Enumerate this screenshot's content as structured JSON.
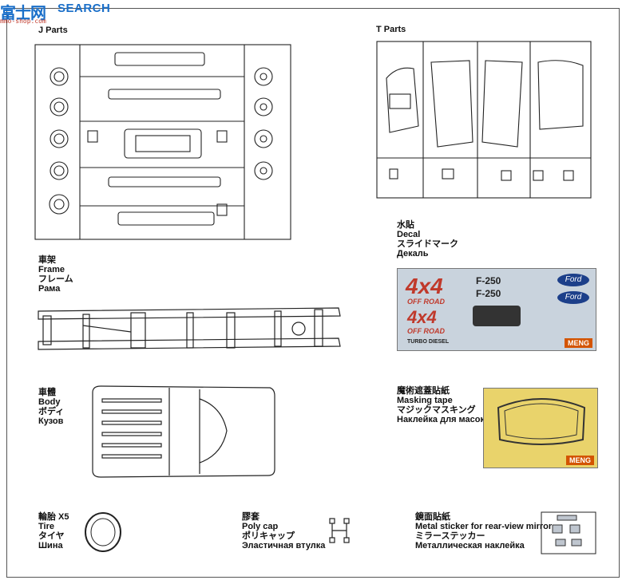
{
  "watermark": {
    "logo": "富士网",
    "logo_sub": "mmo-shop.com",
    "search": "SEARCH"
  },
  "sections": {
    "j_parts": {
      "title": "J Parts"
    },
    "t_parts": {
      "title": "T Parts"
    },
    "frame": {
      "cn": "車架",
      "en": "Frame",
      "jp": "フレーム",
      "ru": "Рама"
    },
    "body": {
      "cn": "車體",
      "en": "Body",
      "jp": "ボディ",
      "ru": "Кузов"
    },
    "decal": {
      "cn": "水貼",
      "en": "Decal",
      "jp": "スライドマーク",
      "ru": "Декаль"
    },
    "masking": {
      "cn": "魔術遮蓋貼紙",
      "en": "Masking tape",
      "jp": "マジックマスキング",
      "ru": "Наклейка для масок"
    },
    "tire": {
      "cn": "輪胎 X5",
      "en": "Tire",
      "jp": "タイヤ",
      "ru": "Шина"
    },
    "polycap": {
      "cn": "膠套",
      "en": "Poly cap",
      "jp": "ポリキャップ",
      "ru": "Эластичная втулка"
    },
    "mirror": {
      "cn": "鏡面貼紙",
      "en": "Metal sticker for rear-view mirror",
      "jp": "ミラーステッカー",
      "ru": "Металлическая наклейка"
    }
  },
  "decal_sheet": {
    "logo_4x4": "4x4",
    "off_road": "OFF ROAD",
    "f250": "F-250",
    "ford": "Ford",
    "turbo_diesel": "TURBO DIESEL",
    "brand": "MENG"
  },
  "masking_sheet": {
    "brand": "MENG"
  }
}
